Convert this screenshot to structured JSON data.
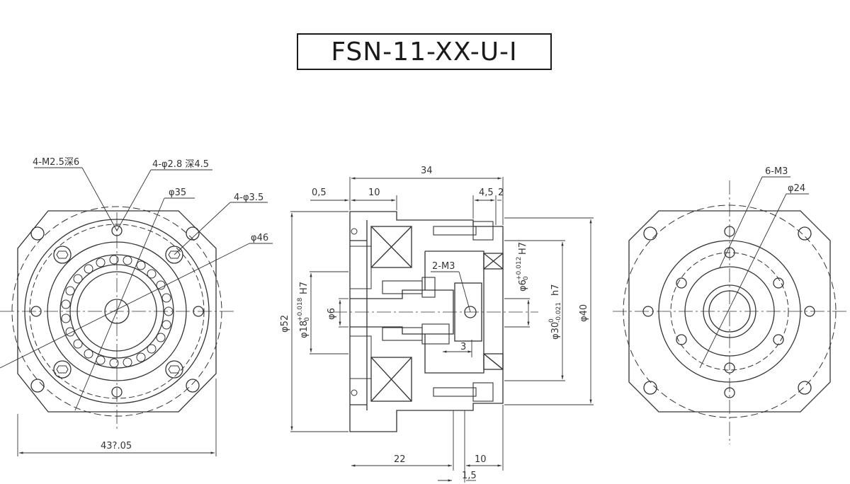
{
  "title": "FSN-11-XX-U-I",
  "front_view": {
    "callouts": {
      "tap_holes": "4-M2.5深6",
      "cb_holes": "4-φ2.8 深4.5",
      "d35": "φ35",
      "holes_3_5": "4-φ3.5",
      "d46": "φ46",
      "width": "43?.05"
    }
  },
  "side_view": {
    "dims": {
      "overall_length": "34",
      "d0_5": "0,5",
      "d10_top": "10",
      "d4_5": "4,5",
      "d2": "2",
      "m3": "2-M3",
      "d3": "3",
      "d22": "22",
      "d10_bottom": "10",
      "d1_5": "1,5"
    },
    "diameters": {
      "d52": "φ52",
      "d18": "φ18",
      "d18_tol_up": "+0.018",
      "d18_tol_low": "0",
      "d18_fit": "H7",
      "d6": "φ6",
      "d6_out": "φ6",
      "d6_tol_up": "+0.012",
      "d6_tol_low": "0",
      "d6_fit": "H7",
      "d30": "φ30",
      "d30_tol_up": "0",
      "d30_tol_low": "-0.021",
      "d30_fit": "h7",
      "d40": "φ40"
    }
  },
  "rear_view": {
    "callouts": {
      "taps": "6-M3",
      "d24": "φ24"
    }
  }
}
